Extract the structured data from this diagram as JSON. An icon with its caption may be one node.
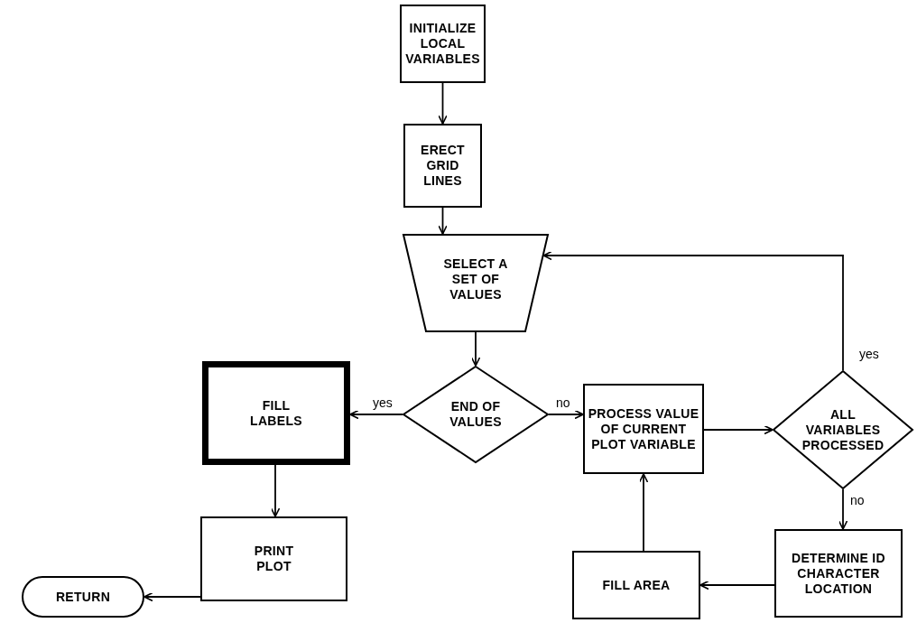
{
  "diagram": {
    "nodes": [
      {
        "text": [
          "INITIALIZE LOCAL VARIABLES"
        ]
      },
      {
        "text": [
          "ERECT GRID LINES"
        ]
      },
      {
        "text": [
          "SELECT A SET OF VALUES"
        ]
      },
      {
        "text": [
          "END OF VALUES"
        ]
      },
      {
        "text": [
          "FILL LABELS"
        ]
      },
      {
        "text": [
          "PROCESS VALUE OF CURRENT PLOT VARIABLE"
        ]
      },
      {
        "text": [
          "ALL VARIABLES PROCESSED"
        ]
      },
      {
        "text": [
          "PRINT PLOT"
        ]
      },
      {
        "text": [
          "RETURN"
        ]
      },
      {
        "text": [
          "FILL AREA"
        ]
      },
      {
        "text": [
          "DETERMINE ID CHARACTER LOCATION"
        ]
      }
    ],
    "edges": [
      {
        "from": 0,
        "to": 1,
        "arrow": "to"
      },
      {
        "from": 1,
        "to": 2,
        "arrow": "to"
      },
      {
        "from": 2,
        "to": 3,
        "arrow": "to"
      },
      {
        "from": 3,
        "to": 4,
        "arrow": "to",
        "label": "yes"
      },
      {
        "from": 3,
        "to": 5,
        "arrow": "to",
        "label": "no"
      },
      {
        "from": 5,
        "to": 6,
        "arrow": "to"
      },
      {
        "from": 6,
        "to": 2,
        "arrow": "to",
        "label": "yes"
      },
      {
        "from": 6,
        "to": 10,
        "arrow": "to",
        "label": "no"
      },
      {
        "from": 10,
        "to": 9,
        "arrow": "to"
      },
      {
        "from": 9,
        "to": 5,
        "arrow": "to"
      },
      {
        "from": 4,
        "to": 7,
        "arrow": "to"
      },
      {
        "from": 7,
        "to": 8,
        "arrow": "to"
      }
    ]
  }
}
